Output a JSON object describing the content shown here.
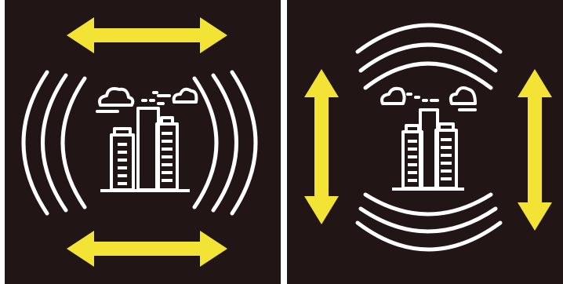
{
  "colors": {
    "background": "#211515",
    "line": "#ffffff",
    "arrow": "#f2e335"
  },
  "panels": [
    {
      "name": "horizontal-motion",
      "arrow_direction": "horizontal",
      "wave_direction": "left-right",
      "icons": [
        "twin-towers-icon",
        "cloud-icon",
        "cloud-icon"
      ]
    },
    {
      "name": "vertical-motion",
      "arrow_direction": "vertical",
      "wave_direction": "top-bottom",
      "icons": [
        "twin-towers-icon",
        "cloud-icon",
        "cloud-icon"
      ]
    }
  ]
}
